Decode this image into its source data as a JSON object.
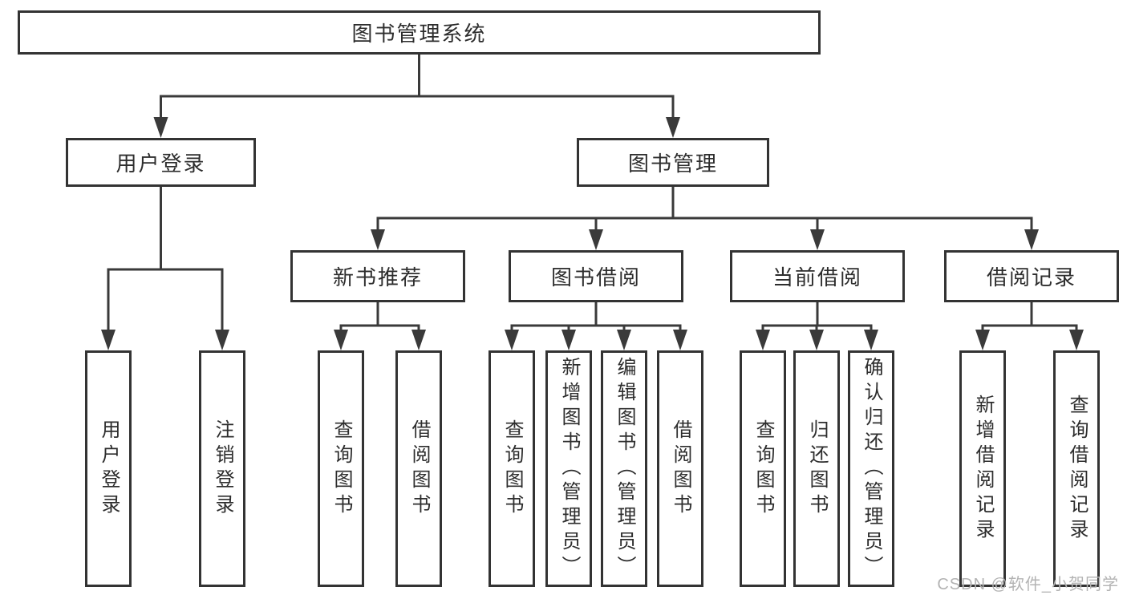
{
  "colors": {
    "background": "#ffffff",
    "box_fill": "#ffffff",
    "box_border": "#333333",
    "line": "#3a3a3a",
    "text": "#2d2d2d",
    "watermark": "#b3b3b3"
  },
  "watermark": {
    "text": "CSDN @软件_小贺同学"
  },
  "nodes": [
    {
      "id": "root",
      "label": "图书管理系统",
      "orientation": "horizontal"
    },
    {
      "id": "login",
      "label": "用户登录",
      "orientation": "horizontal"
    },
    {
      "id": "bookmgmt",
      "label": "图书管理",
      "orientation": "horizontal"
    },
    {
      "id": "newrec",
      "label": "新书推荐",
      "orientation": "horizontal"
    },
    {
      "id": "borrow",
      "label": "图书借阅",
      "orientation": "horizontal"
    },
    {
      "id": "current",
      "label": "当前借阅",
      "orientation": "horizontal"
    },
    {
      "id": "records",
      "label": "借阅记录",
      "orientation": "horizontal"
    },
    {
      "id": "login-user",
      "label": "用户登录",
      "orientation": "vertical"
    },
    {
      "id": "login-logout",
      "label": "注销登录",
      "orientation": "vertical"
    },
    {
      "id": "new-query",
      "label": "查询图书",
      "orientation": "vertical"
    },
    {
      "id": "new-borrow",
      "label": "借阅图书",
      "orientation": "vertical"
    },
    {
      "id": "bor-query",
      "label": "查询图书",
      "orientation": "vertical"
    },
    {
      "id": "bor-add",
      "label": "新增图书（管理员）",
      "orientation": "vertical"
    },
    {
      "id": "bor-edit",
      "label": "编辑图书（管理员）",
      "orientation": "vertical"
    },
    {
      "id": "bor-borrow",
      "label": "借阅图书",
      "orientation": "vertical"
    },
    {
      "id": "cur-query",
      "label": "查询图书",
      "orientation": "vertical"
    },
    {
      "id": "cur-return",
      "label": "归还图书",
      "orientation": "vertical"
    },
    {
      "id": "cur-confirm",
      "label": "确认归还（管理员）",
      "orientation": "vertical"
    },
    {
      "id": "rec-add",
      "label": "新增借阅记录",
      "orientation": "vertical"
    },
    {
      "id": "rec-query",
      "label": "查询借阅记录",
      "orientation": "vertical"
    }
  ],
  "edges": [
    {
      "from": "root",
      "to": "login"
    },
    {
      "from": "root",
      "to": "bookmgmt"
    },
    {
      "from": "login",
      "to": "login-user"
    },
    {
      "from": "login",
      "to": "login-logout"
    },
    {
      "from": "bookmgmt",
      "to": "newrec"
    },
    {
      "from": "bookmgmt",
      "to": "borrow"
    },
    {
      "from": "bookmgmt",
      "to": "current"
    },
    {
      "from": "bookmgmt",
      "to": "records"
    },
    {
      "from": "newrec",
      "to": "new-query"
    },
    {
      "from": "newrec",
      "to": "new-borrow"
    },
    {
      "from": "borrow",
      "to": "bor-query"
    },
    {
      "from": "borrow",
      "to": "bor-add"
    },
    {
      "from": "borrow",
      "to": "bor-edit"
    },
    {
      "from": "borrow",
      "to": "bor-borrow"
    },
    {
      "from": "current",
      "to": "cur-query"
    },
    {
      "from": "current",
      "to": "cur-return"
    },
    {
      "from": "current",
      "to": "cur-confirm"
    },
    {
      "from": "records",
      "to": "rec-add"
    },
    {
      "from": "records",
      "to": "rec-query"
    }
  ]
}
